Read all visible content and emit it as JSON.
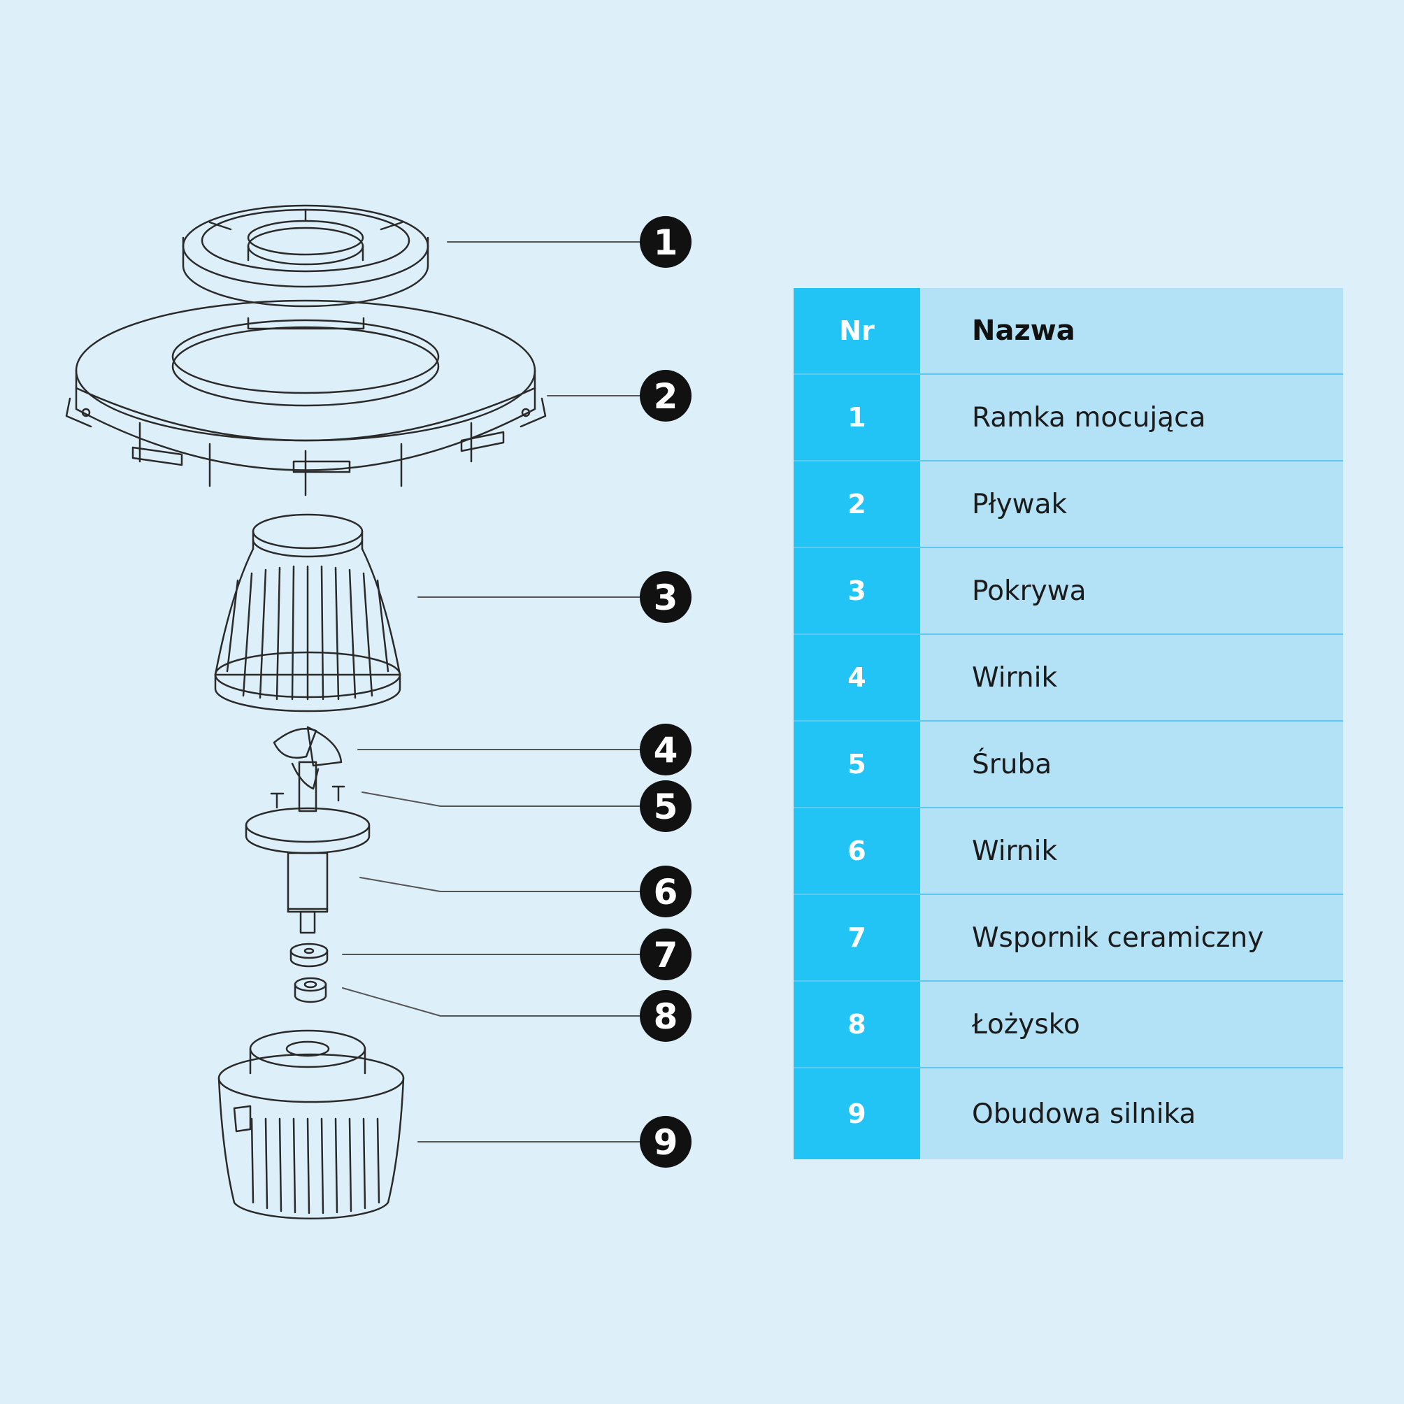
{
  "table": {
    "header": {
      "nr": "Nr",
      "name": "Nazwa"
    },
    "rows": [
      {
        "nr": "1",
        "name": "Ramka mocująca"
      },
      {
        "nr": "2",
        "name": "Pływak"
      },
      {
        "nr": "3",
        "name": "Pokrywa"
      },
      {
        "nr": "4",
        "name": "Wirnik"
      },
      {
        "nr": "5",
        "name": "Śruba"
      },
      {
        "nr": "6",
        "name": "Wirnik"
      },
      {
        "nr": "7",
        "name": "Wspornik ceramiczny"
      },
      {
        "nr": "8",
        "name": "Łożysko"
      },
      {
        "nr": "9",
        "name": "Obudowa silnika"
      }
    ]
  },
  "callouts": [
    "1",
    "2",
    "3",
    "4",
    "5",
    "6",
    "7",
    "8",
    "9"
  ],
  "colors": {
    "background": "#ddeff8",
    "nr_column": "#22c4f5",
    "name_column": "#b3e1f6",
    "callout_fill": "#111111",
    "line_art": "#2a2a2a"
  }
}
